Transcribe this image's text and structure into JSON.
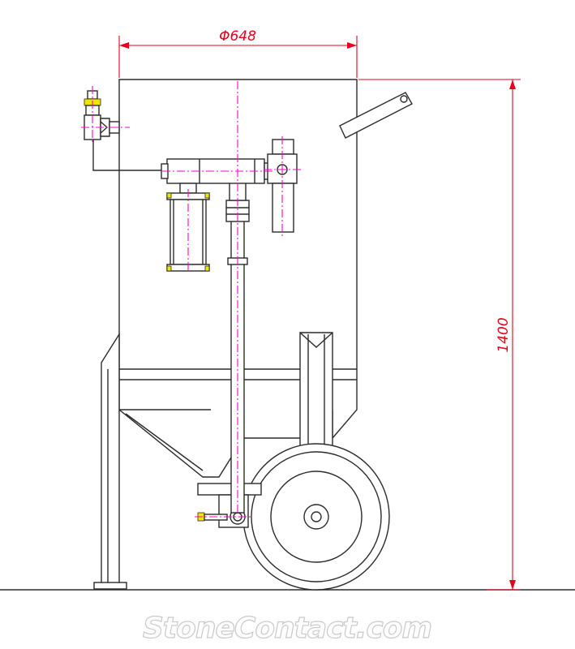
{
  "drawing": {
    "dimensions": {
      "diameter_label": "Φ648",
      "height_label": "1400"
    },
    "watermark": "StoneContact.com",
    "colors": {
      "outline": "#2b2b2b",
      "dimension": "#e8001c",
      "centerline": "#ff00cc",
      "accent": "#f2e600"
    }
  }
}
